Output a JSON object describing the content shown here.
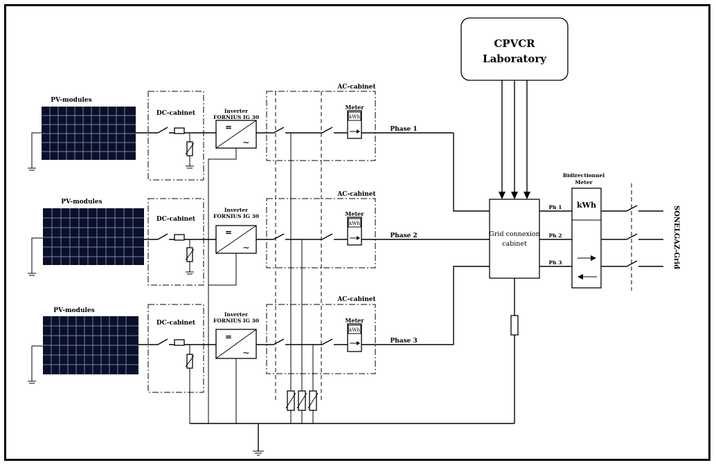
{
  "laboratory": {
    "line1": "CPVCR",
    "line2": "Laboratory"
  },
  "branches": [
    {
      "pv_label": "PV-modules",
      "dc_label": "DC-cabinet",
      "inv_line1": "Inverter",
      "inv_line2": "FORNIUS IG 30",
      "ac_label": "AC-cabinet",
      "meter_label": "Meter",
      "meter_unit": "kWh",
      "phase_label": "Phase 1"
    },
    {
      "pv_label": "PV-modules",
      "dc_label": "DC-cabinet",
      "inv_line1": "Inverter",
      "inv_line2": "FORNIUS IG 30",
      "ac_label": "AC-cabinet",
      "meter_label": "Meter",
      "meter_unit": "kWh",
      "phase_label": "Phase 2"
    },
    {
      "pv_label": "PV-modules",
      "dc_label": "DC-cabinet",
      "inv_line1": "Inverter",
      "inv_line2": "FORNIUS IG 30",
      "ac_label": "AC-cabinet",
      "meter_label": "Meter",
      "meter_unit": "kWh",
      "phase_label": "Phase 3"
    }
  ],
  "grid_cabinet": {
    "line1": "Grid connexion",
    "line2": "cabinet"
  },
  "ph_labels": [
    "Ph 1",
    "Ph 2",
    "Ph 3"
  ],
  "bidir_meter": {
    "line1": "Bidirectionnel",
    "line2": "Meter",
    "unit": "kWh"
  },
  "grid_name": "SONELGAZ-Grid",
  "inverter_symbols": {
    "dc": "=",
    "ac": "~"
  }
}
